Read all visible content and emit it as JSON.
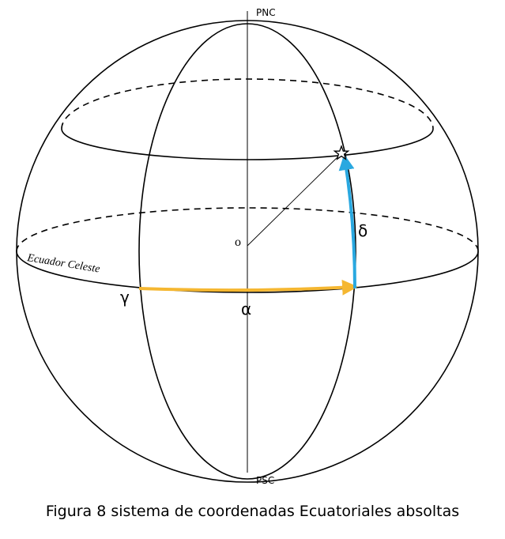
{
  "diagram": {
    "labels": {
      "north_pole": "PNC",
      "south_pole": "PSC",
      "origin": "o",
      "equator": "Ecuador Celeste",
      "vernal_point": "γ",
      "right_ascension": "α",
      "declination": "δ"
    },
    "colors": {
      "outline": "#000000",
      "right_ascension_arc": "#f5b731",
      "declination_arc": "#29a8e0"
    },
    "icons": {
      "star": "star-icon"
    }
  },
  "caption": "Figura 8 sistema de coordenadas Ecuatoriales absoltas"
}
